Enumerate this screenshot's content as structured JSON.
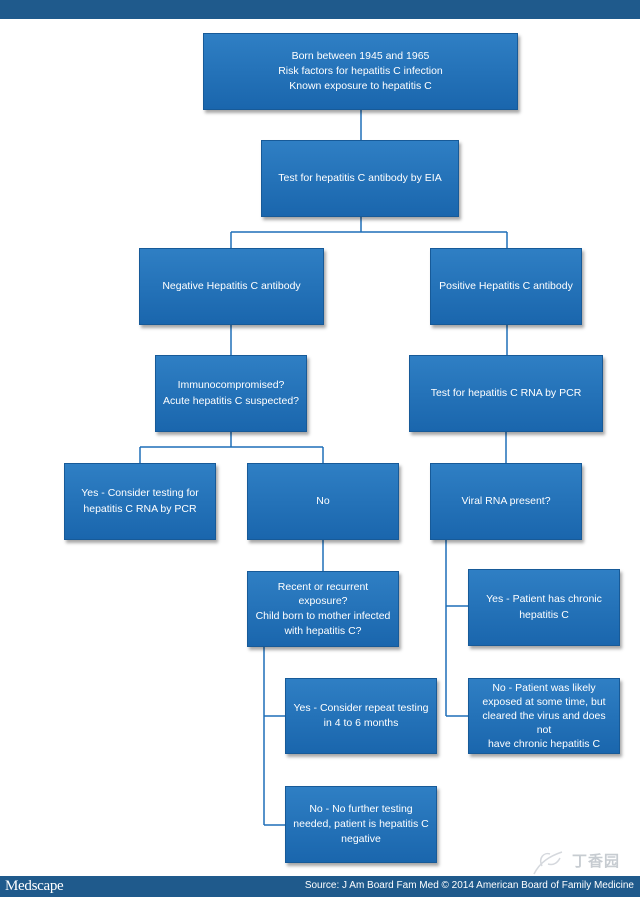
{
  "flowchart": {
    "start": {
      "lines": [
        "Born between 1945 and 1965",
        "Risk factors for hepatitis C infection",
        "Known exposure to hepatitis C"
      ]
    },
    "test_antibody": "Test for hepatitis C antibody by EIA",
    "negative_antibody": "Negative Hepatitis C antibody",
    "positive_antibody": "Positive Hepatitis C antibody",
    "immunocompromised": [
      "Immunocompromised?",
      "Acute  hepatitis C suspected?"
    ],
    "test_rna": "Test for hepatitis C RNA by PCR",
    "yes_consider_rna": [
      "Yes - Consider testing for",
      "hepatitis C RNA by PCR"
    ],
    "no": "No",
    "viral_rna_present": "Viral RNA present?",
    "recent_exposure": [
      "Recent or recurrent",
      "exposure?",
      "Child born to mother infected",
      "with hepatitis C?"
    ],
    "yes_chronic": [
      "Yes - Patient has chronic",
      "hepatitis C"
    ],
    "yes_repeat": [
      "Yes - Consider repeat testing",
      "in 4 to 6 months"
    ],
    "no_cleared": [
      "No - Patient was likely",
      "exposed at some time, but",
      "cleared the virus and does not",
      "have chronic hepatitis C"
    ],
    "no_further": [
      "No - No further testing",
      "needed, patient is hepatitis C",
      "negative"
    ]
  },
  "footer": {
    "logo": "Medscape",
    "source": "Source: J Am Board Fam Med © 2014 American Board of Family Medicine"
  },
  "watermark": {
    "text": "丁香园"
  },
  "colors": {
    "box_fill": "#1f6fb8",
    "bar": "#1f5a8c",
    "connector": "#1f6fb8"
  }
}
